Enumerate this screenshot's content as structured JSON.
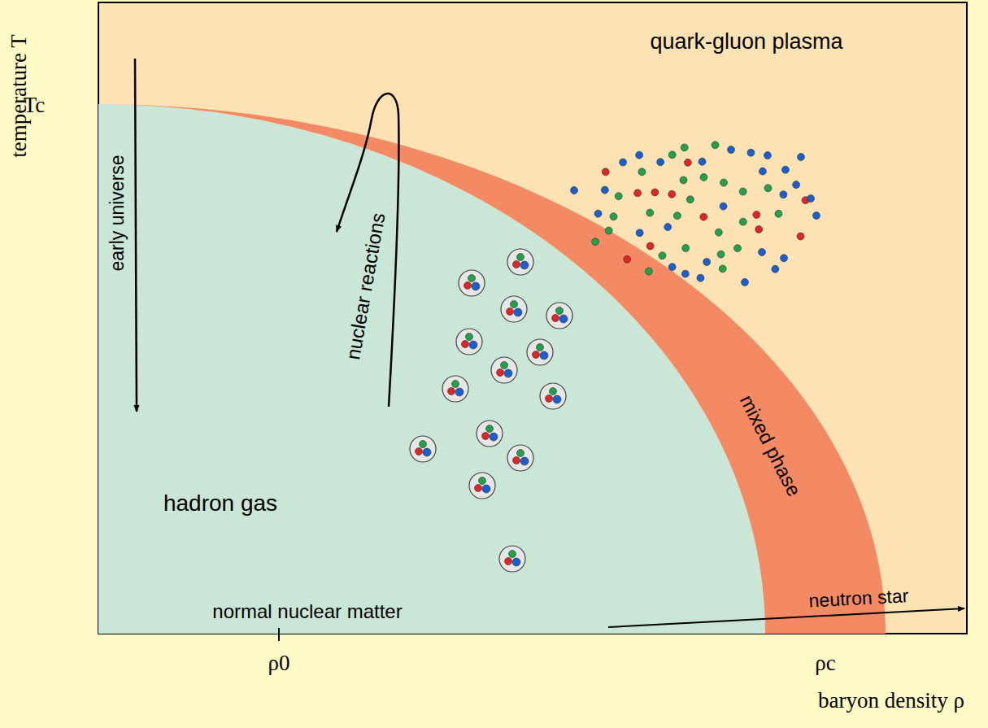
{
  "diagram": {
    "nodes": [
      {
        "text": [
          "quark-gluon plasma"
        ]
      },
      {
        "text": [
          "hadron gas"
        ],
        "in": 0
      },
      {
        "text": [
          "mixed phase"
        ],
        "in": 0
      }
    ],
    "labels": [
      "temperature T",
      "Tc",
      "early universe",
      "nuclear reactions",
      "normal nuclear matter",
      "neutron star",
      "ρ0",
      "ρc",
      "baryon density ρ"
    ]
  }
}
